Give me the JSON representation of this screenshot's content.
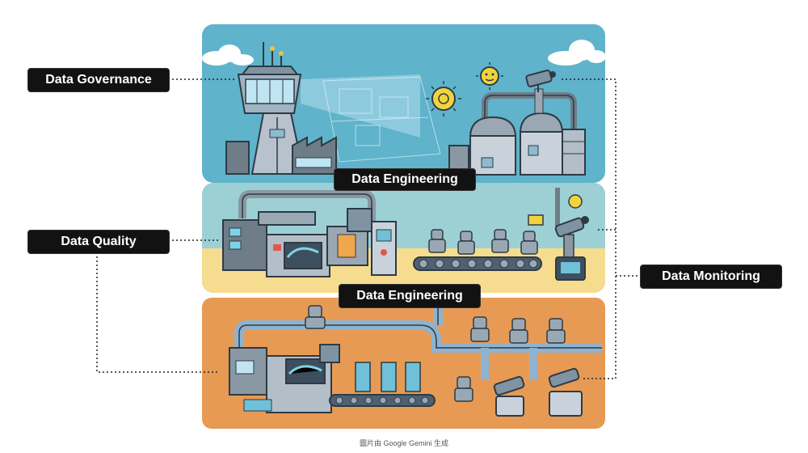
{
  "labels": {
    "governance": "Data Governance",
    "quality": "Data Quality",
    "monitoring": "Data Monitoring",
    "engineering_top": "Data Engineering",
    "engineering_bottom": "Data Engineering"
  },
  "caption": "圖片由 Google Gemini 生成",
  "colors": {
    "sky": "#5fb3cb",
    "middle": "#9dd0d4",
    "sand": "#f5dc8e",
    "bottom": "#e79a54",
    "label_bg": "#121212"
  }
}
